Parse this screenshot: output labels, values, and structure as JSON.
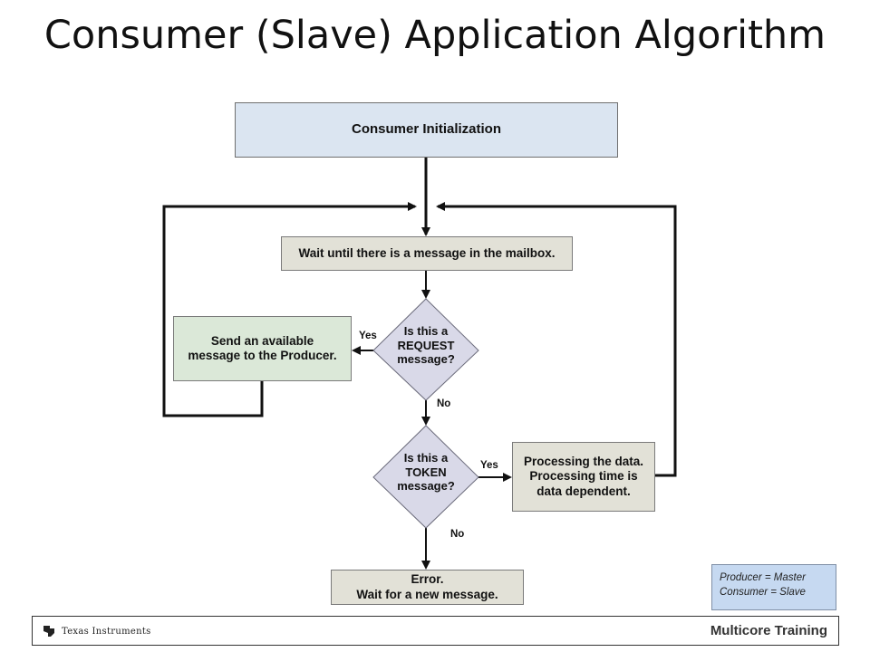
{
  "title": "Consumer (Slave) Application Algorithm",
  "nodes": {
    "init": "Consumer Initialization",
    "wait": "Wait until there is a message in the mailbox.",
    "request_q": [
      "Is this a",
      "REQUEST",
      "message?"
    ],
    "send": [
      "Send an available",
      "message to the Producer."
    ],
    "token_q": [
      "Is this a",
      "TOKEN",
      "message?"
    ],
    "process": [
      "Processing the data.",
      "Processing time is",
      "data dependent."
    ],
    "error": [
      "Error.",
      "Wait for a new message."
    ]
  },
  "edge_labels": {
    "request_yes": "Yes",
    "request_no": "No",
    "token_yes": "Yes",
    "token_no": "No"
  },
  "legend": [
    "Producer = Master",
    "Consumer = Slave"
  ],
  "footer": {
    "logo_text": "Texas Instruments",
    "right_text": "Multicore Training"
  }
}
